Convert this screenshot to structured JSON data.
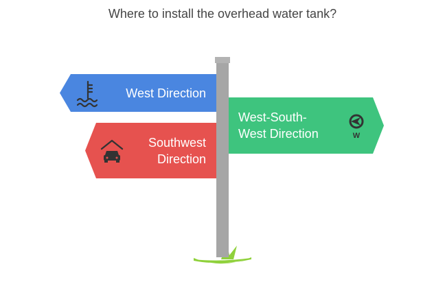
{
  "title": "Where to install the overhead water tank?",
  "signs": [
    {
      "label": "West Direction",
      "color": "#4a86e0",
      "icon": "water-level-icon"
    },
    {
      "label": "West-South-West Direction",
      "label_line1": "West-South-",
      "label_line2": "West Direction",
      "color": "#3ec47e",
      "icon": "compass-west-icon"
    },
    {
      "label": "Southwest Direction",
      "label_line1": "Southwest",
      "label_line2": "Direction",
      "color": "#e6524f",
      "icon": "garage-car-icon"
    }
  ],
  "compass_letter": "W",
  "colors": {
    "pole": "#a6a6a6",
    "grass": "#8fd13b",
    "text": "#444444"
  }
}
